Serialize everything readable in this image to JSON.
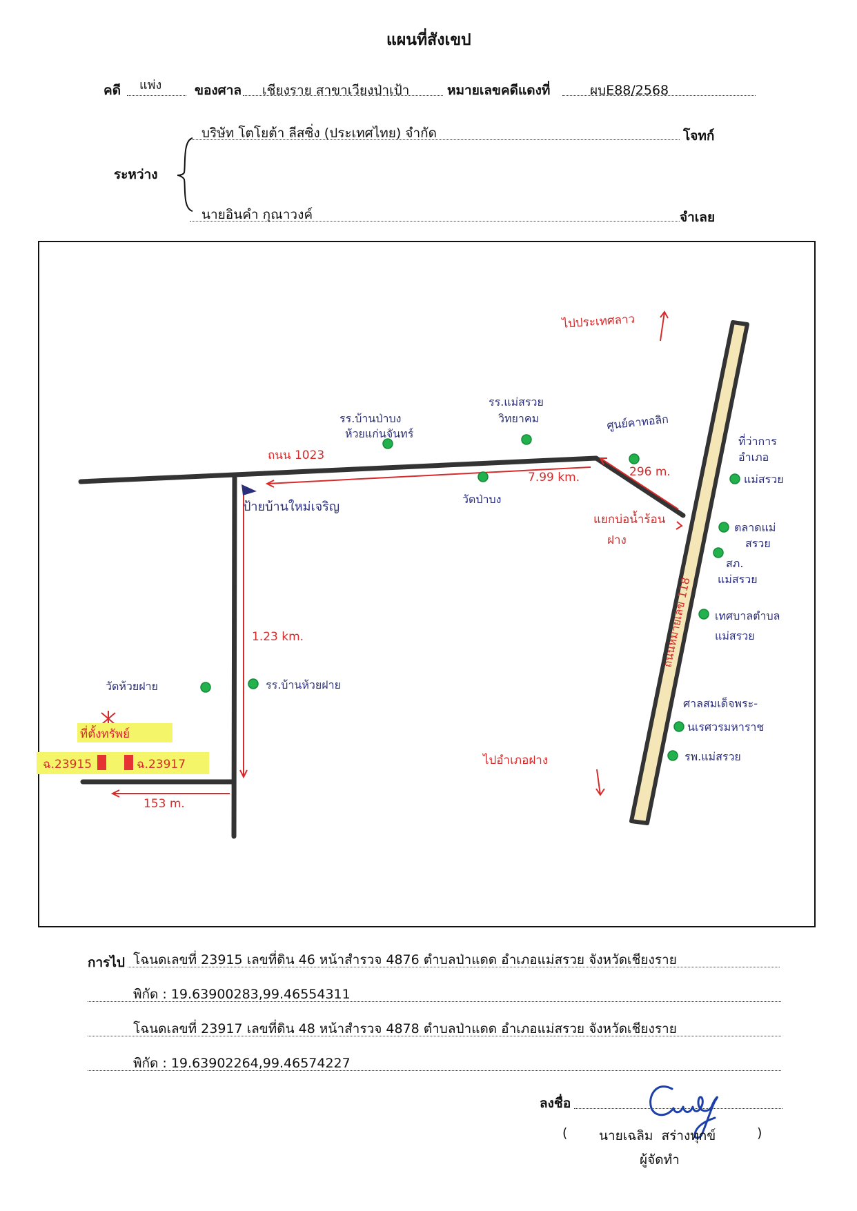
{
  "header": {
    "title": "แผนที่สังเขป",
    "case_label": "คดี",
    "case_value": "แพ่ง",
    "court_label": "ของศาล",
    "court_value": "เชียงราย สาขาเวียงป่าเป้า",
    "red_no_label": "หมายเลขคดีแดงที่",
    "red_no_value": "ผบE88/2568",
    "between_label": "ระหว่าง",
    "plaintiff_name": "บริษัท โตโยต้า ลีสซิ่ง (ประเทศไทย) จำกัด",
    "plaintiff_label": "โจทก์",
    "defendant_name": "นายอินคำ กุณาวงค์",
    "defendant_label": "จำเลย"
  },
  "map": {
    "to_laos": "ไปประเทศลาว",
    "road_1023": "ถนน 1023",
    "dist_7_99": "7.99 km.",
    "dist_296": "296 m.",
    "dist_1_23": "1.23 km.",
    "dist_153": "153 m.",
    "junction_fang": "แยกบ่อน้ำร้อน ฝาง",
    "sign_ban_mai": "ป้ายบ้านใหม่เจริญ",
    "to_chiang_mai_fang": "ไปอำเภอฝาง",
    "highway_118": "ถนนหมายเลข 118",
    "landmarks": [
      "รร.บ้านป่าบงห้วยแก่นจันทร์",
      "รร.แม่สรวยวิทยาคม",
      "วัดป่าบง",
      "ศูนย์คาทอลิก",
      "ที่ว่าการอำเภอแม่สรวย",
      "ตลาดแม่สรวย",
      "สภ.แม่สรวย",
      "เทศบาลตำบลแม่สรวย",
      "ศาลสมเด็จพระนเรศวรมหาราช",
      "รพ.แม่สรวย",
      "วัดห้วยฝาย",
      "รร.บ้านห้วยฝาย"
    ],
    "site_label": "ที่ตั้งทรัพย์",
    "parcel_a": "ฉ.23915",
    "parcel_b": "ฉ.23917"
  },
  "footer": {
    "route_label": "การไป",
    "line1": "โฉนดเลขที่ 23915 เลขที่ดิน 46 หน้าสำรวจ 4876 ตำบลป่าแดด อำเภอแม่สรวย จังหวัดเชียงราย",
    "line2": "พิกัด : 19.63900283,99.46554311",
    "line3": "โฉนดเลขที่ 23917 เลขที่ดิน 48 หน้าสำรวจ 4878 ตำบลป่าแดด อำเภอแม่สรวย จังหวัดเชียงราย",
    "line4": "พิกัด : 19.63902264,99.46574227",
    "sign_label": "ลงชื่อ",
    "signer_open": "(",
    "signer_name": "นายเฉลิม  สร่างทุกข์",
    "signer_close": ")",
    "signer_role": "ผู้จัดทำ"
  },
  "colors": {
    "road": "#333333",
    "highway_fill": "#f5e6b8",
    "red_ink": "#d62b2b",
    "blue_ink": "#2b2f7a",
    "green_dot": "#22b14c",
    "highlight": "#f5f56a"
  }
}
